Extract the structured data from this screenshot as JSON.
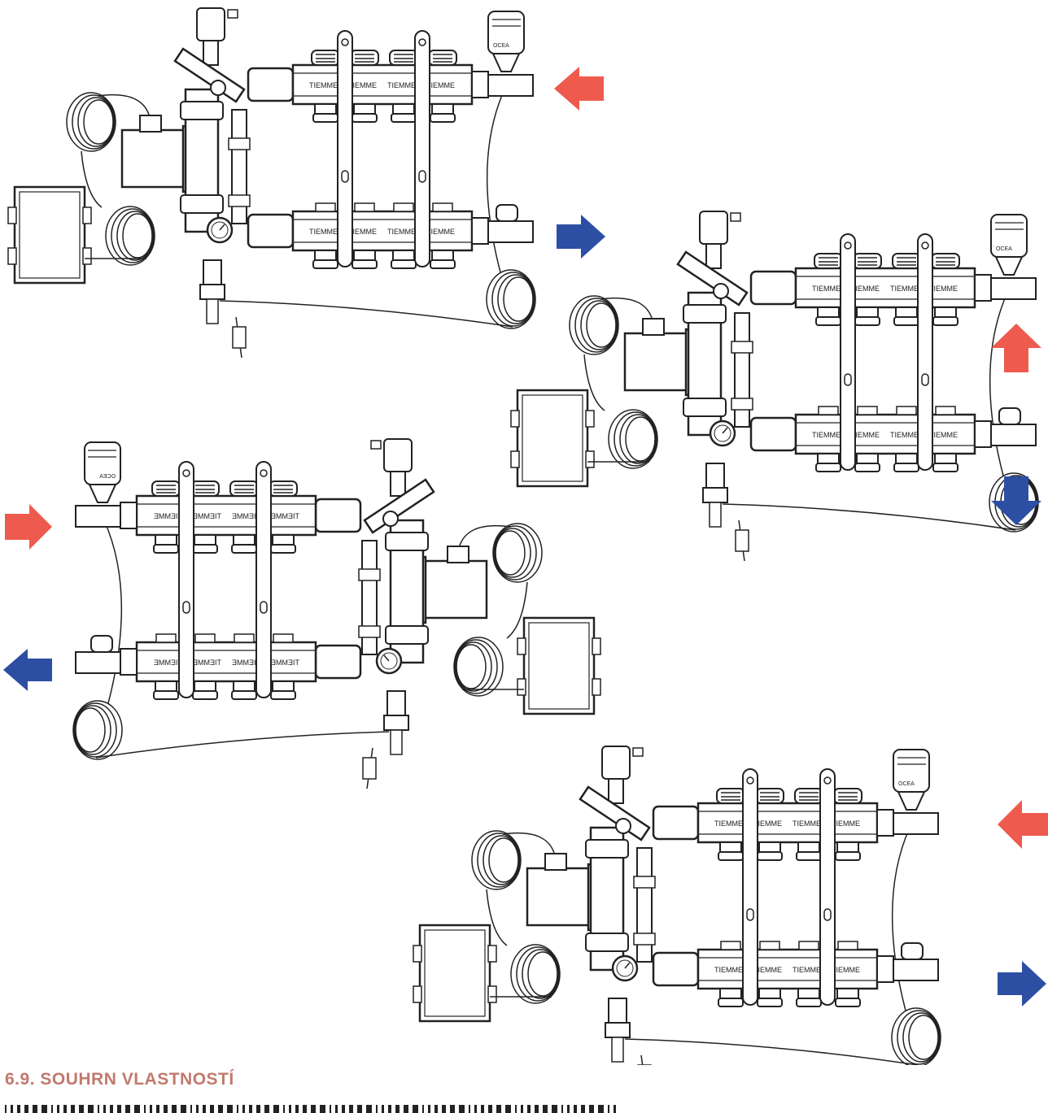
{
  "heading": {
    "text": "6.9. SOUHRN VLASTNOSTÍ"
  },
  "brand_text": "TIEMME",
  "colors": {
    "heading": "#c07a6d",
    "hot_arrow": "#ef5a4e",
    "cold_arrow": "#2d4fa3",
    "line": "#222222"
  },
  "variants": [
    {
      "name": "variant-top-left",
      "supply_arrow": "left",
      "return_arrow": "right",
      "pump_side": "left",
      "head_label": "OCEA"
    },
    {
      "name": "variant-middle-right",
      "supply_arrow": "up",
      "return_arrow": "down",
      "pump_side": "left",
      "head_label": "OCEA"
    },
    {
      "name": "variant-middle-left",
      "supply_arrow": "right",
      "return_arrow": "left",
      "pump_side": "right",
      "head_label": "OCEA"
    },
    {
      "name": "variant-bottom-right",
      "supply_arrow": "left",
      "return_arrow": "right",
      "pump_side": "left",
      "head_label": "OCEA"
    }
  ]
}
